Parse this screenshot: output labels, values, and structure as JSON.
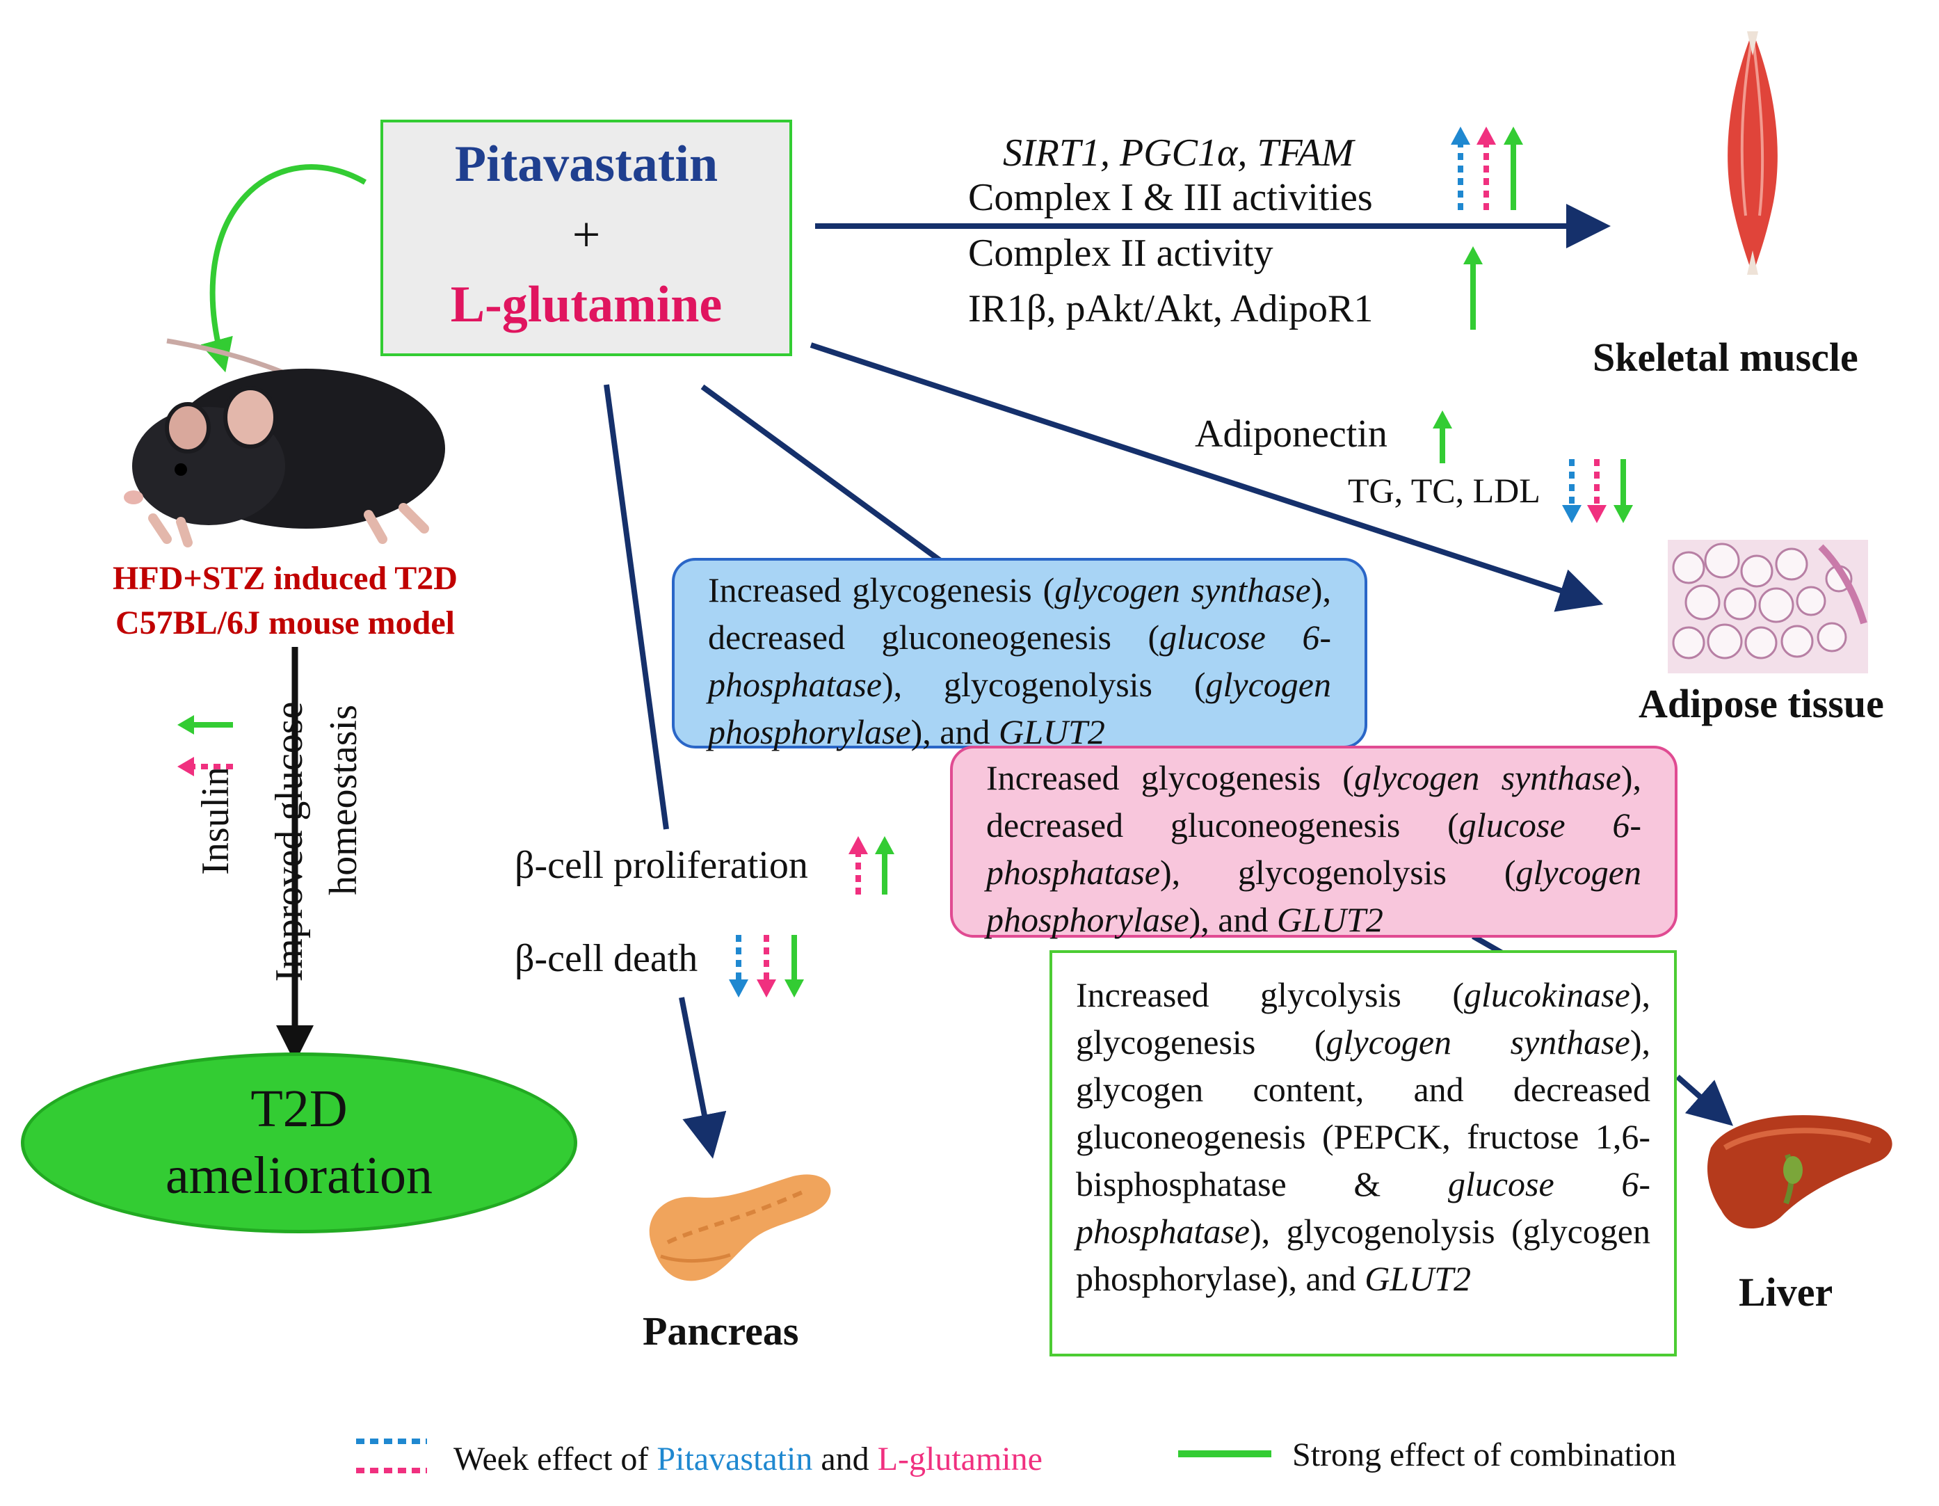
{
  "drug": {
    "name_a": "Pitavastatin",
    "plus": "+",
    "name_b": "L-glutamine"
  },
  "model_label": {
    "line1": "HFD+STZ  induced T2D",
    "line2": "C57BL/6J mouse model"
  },
  "side_effects": {
    "insulin": "Insulin",
    "improved_glucose": "Improved glucose",
    "homeostasis": "homeostasis"
  },
  "outcome": {
    "line1": "T2D",
    "line2": "amelioration"
  },
  "muscle": {
    "genes": "SIRT1, PGC1α, TFAM",
    "complex1": "Complex I & III activities",
    "complex2": "Complex II activity",
    "insulin_path": "IR1β, pAkt/Akt, AdipoR1",
    "organ": "Skeletal muscle"
  },
  "adipose": {
    "adiponectin": "Adiponectin",
    "lipids": "TG, TC, LDL",
    "organ": "Adipose tissue"
  },
  "pancreas": {
    "proliferation": "β-cell proliferation",
    "death": "β-cell death",
    "organ": "Pancreas"
  },
  "liver": {
    "organ": "Liver",
    "blue_box": {
      "p1": "Increased glycogenesis (",
      "i1": "glycogen synthase",
      "p2": "), decreased gluconeogenesis (",
      "i2": "glucose 6-phosphatase",
      "p3": "), glycogenolysis (",
      "i3": "glycogen phosphorylase",
      "p4": "), and ",
      "i4": "GLUT2"
    },
    "pink_box": {
      "p1": "Increased glycogenesis (",
      "i1": "glycogen synthase",
      "p2": "), decreased gluconeogenesis (",
      "i2": "glucose 6-phosphatase",
      "p3": "), glycogenolysis (",
      "i3": "glycogen phosphorylase",
      "p4": "), and ",
      "i4": "GLUT2"
    },
    "green_box": {
      "p1": "Increased glycolysis (",
      "i1": "glucokinase",
      "p2": "), glycogenesis (",
      "i2": "glycogen synthase",
      "p3": "), glycogen content, and decreased gluconeogenesis (PEPCK, fructose 1,6-bisphosphatase & ",
      "i3": "glucose 6-phosphatase",
      "p4": "), glycogenolysis (glycogen phosphorylase), and ",
      "i4": "GLUT2"
    }
  },
  "legend": {
    "weak_prefix": "Week effect of ",
    "weak_a": "Pitavastatin",
    "weak_and": " and ",
    "weak_b": "L-glutamine",
    "strong": "Strong effect of combination"
  },
  "colors": {
    "pitavastatin": "#1f88d0",
    "glutamine": "#f0307f",
    "combination": "#33cc33",
    "arrow": "#15306b",
    "model_red": "#c00000"
  },
  "icons": {
    "mouse": "mouse-illustration",
    "muscle": "skeletal-muscle-illustration",
    "adipose": "adipose-tissue-micrograph",
    "pancreas": "pancreas-illustration",
    "liver": "liver-illustration"
  }
}
